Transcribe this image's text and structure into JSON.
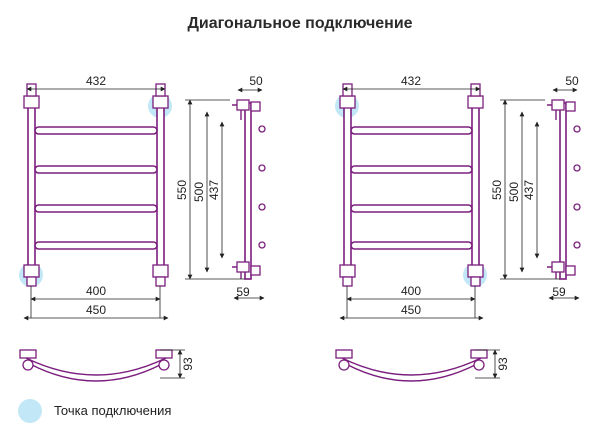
{
  "title": "Диагональное подключение",
  "dimensions": {
    "outer_width": "432",
    "pipe_width": "400",
    "total_width": "450",
    "total_height": "550",
    "height_500": "500",
    "height_437": "437",
    "depth_50": "50",
    "depth_59": "59",
    "bend_93": "93"
  },
  "legend": {
    "label": "Точка подключения"
  },
  "colors": {
    "rail": "#7b1e7e",
    "connection_point": "#b7e3f4",
    "dimension_line": "#222222"
  }
}
